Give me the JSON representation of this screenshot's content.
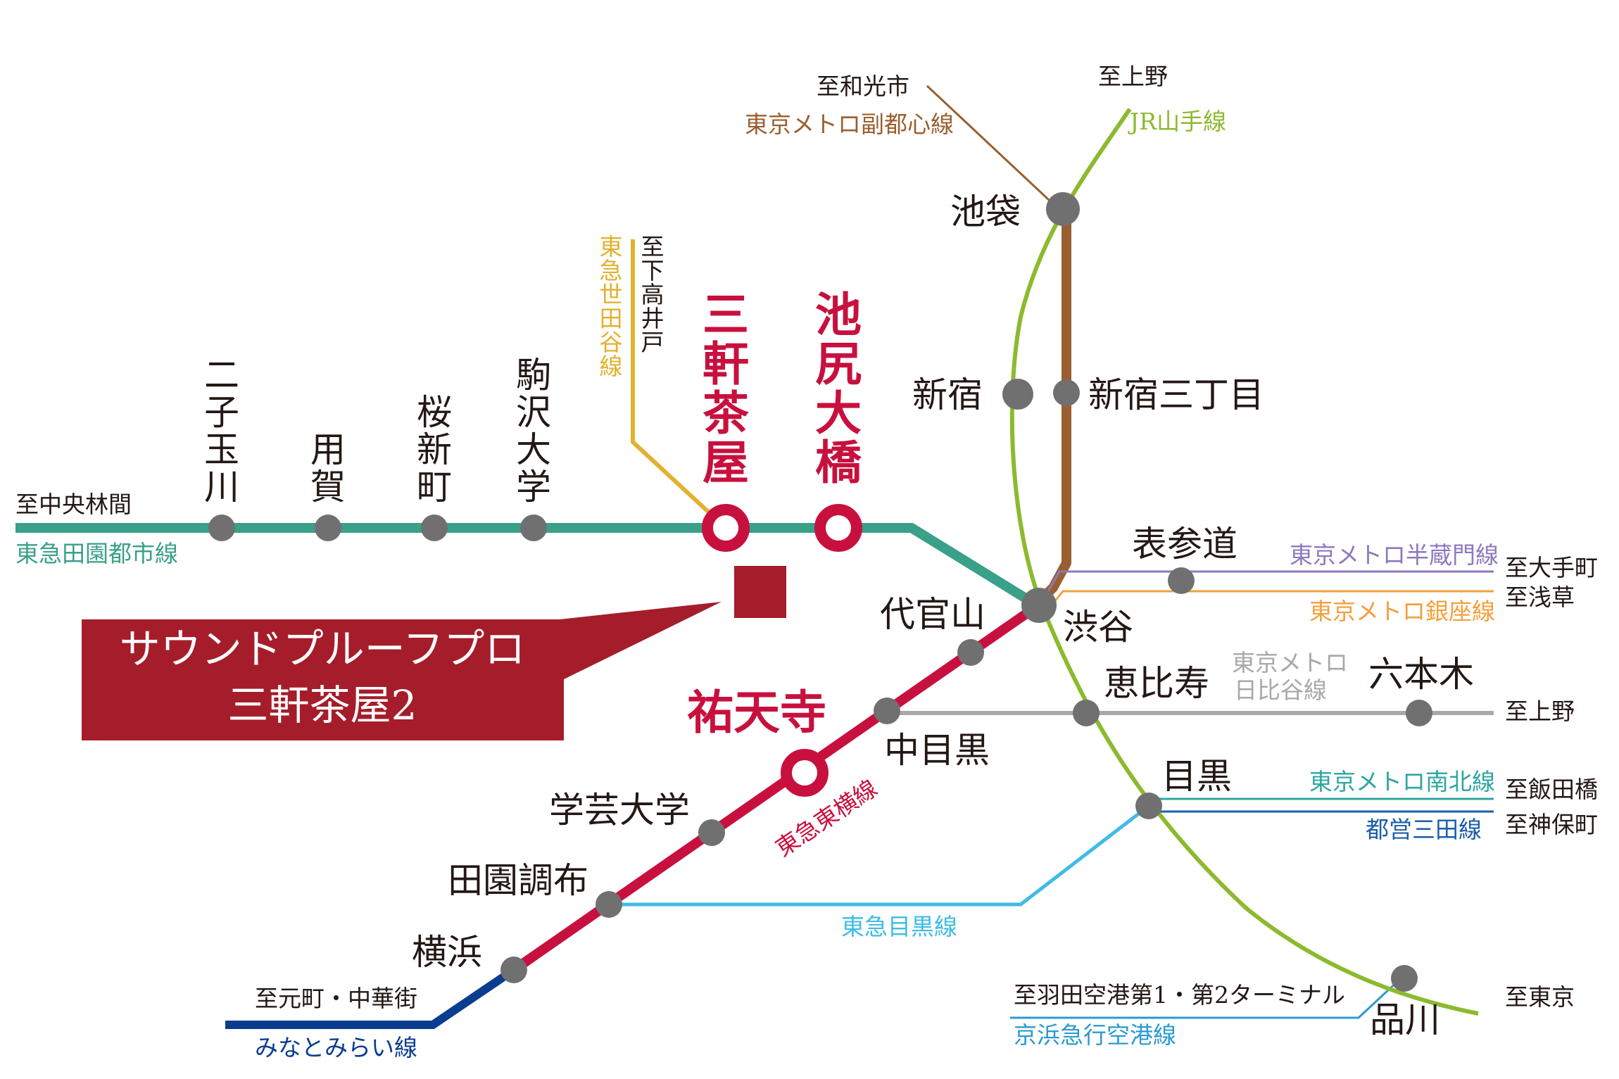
{
  "colors": {
    "denentoshi": "#3aa089",
    "toyoko": "#c8103e",
    "minatomirai": "#0a3d8f",
    "yamanote": "#8cba2e",
    "fukutoshin": "#9a5f2e",
    "setagaya": "#e2b12e",
    "hanzomon": "#8c79bf",
    "ginza": "#f3a03c",
    "hibiya": "#a8a8a8",
    "namboku": "#2fa6a0",
    "mita": "#1b5ea8",
    "meguro": "#3fbbe6",
    "keikyu": "#2a9bd0",
    "property": "#a51d2a",
    "station": "#707070",
    "text": "#231815"
  },
  "property": {
    "name_line1": "サウンドプルーフプロ",
    "name_line2": "三軒茶屋2"
  },
  "highlight_stations": {
    "sangenjaya": [
      "三",
      "軒",
      "茶",
      "屋"
    ],
    "ikejiri": [
      "池",
      "尻",
      "大",
      "橋"
    ],
    "yutenji": "祐天寺"
  },
  "stations": {
    "futakotamagawa": [
      "二",
      "子",
      "玉",
      "川"
    ],
    "yoga": [
      "用",
      "賀"
    ],
    "sakurashinmachi": [
      "桜",
      "新",
      "町"
    ],
    "komazawa": [
      "駒",
      "沢",
      "大",
      "学"
    ],
    "ikebukuro": "池袋",
    "shinjuku": "新宿",
    "shinjuku3": "新宿三丁目",
    "omotesando": "表参道",
    "shibuya": "渋谷",
    "daikanyama": "代官山",
    "ebisu": "恵比寿",
    "roppongi": "六本木",
    "nakameguro": "中目黒",
    "meguro": "目黒",
    "gakugei": "学芸大学",
    "denenchofu": "田園調布",
    "yokohama": "横浜",
    "shinagawa": "品川"
  },
  "destinations": {
    "chuorinkan": "至中央林間",
    "wako": "至和光市",
    "ueno_top": "至上野",
    "shimotakaido": [
      "至",
      "下",
      "高",
      "井",
      "戸"
    ],
    "otemachi": "至大手町",
    "asakusa": "至浅草",
    "ueno_right": "至上野",
    "iidabashi": "至飯田橋",
    "jimbocho": "至神保町",
    "motomachi": "至元町・中華街",
    "haneda": "至羽田空港第1・第2ターミナル",
    "tokyo": "至東京"
  },
  "lines": {
    "denentoshi": "東急田園都市線",
    "fukutoshin": "東京メトロ副都心線",
    "yamanote": "JR山手線",
    "setagaya": [
      "東",
      "急",
      "世",
      "田",
      "谷",
      "線"
    ],
    "hanzomon": "東京メトロ半蔵門線",
    "ginza": "東京メトロ銀座線",
    "hibiya_1": "東京メトロ",
    "hibiya_2": "日比谷線",
    "namboku": "東京メトロ南北線",
    "mita": "都営三田線",
    "toyoko": "東急東横線",
    "meguro": "東急目黒線",
    "minatomirai": "みなとみらい線",
    "keikyu": "京浜急行空港線"
  }
}
